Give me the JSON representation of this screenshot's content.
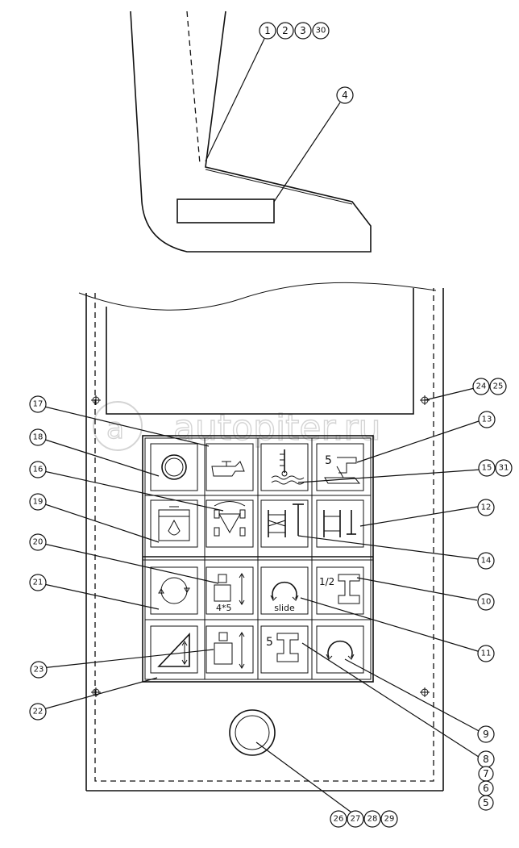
{
  "callouts": {
    "c1": "1",
    "c2": "2",
    "c3": "3",
    "c30": "30",
    "c4": "4",
    "c24": "24",
    "c25": "25",
    "c13": "13",
    "c15": "15",
    "c31": "31",
    "c12": "12",
    "c14": "14",
    "c10": "10",
    "c11": "11",
    "c9": "9",
    "c8": "8",
    "c7": "7",
    "c6": "6",
    "c5": "5",
    "c26": "26",
    "c27": "27",
    "c28": "28",
    "c29": "29",
    "c17": "17",
    "c18": "18",
    "c16": "16",
    "c19": "19",
    "c20": "20",
    "c21": "21",
    "c23": "23",
    "c22": "22"
  },
  "icons": {
    "rail_5": "5",
    "mult": "4*5",
    "slide": "slide",
    "half": "1/2",
    "rail_5b": "5"
  },
  "watermark": "autopiter.ru"
}
